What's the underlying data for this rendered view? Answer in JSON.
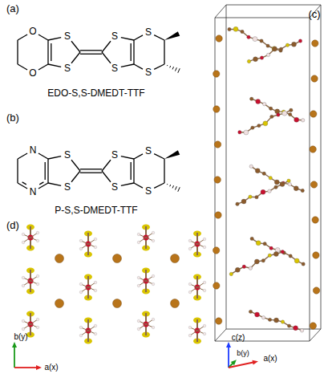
{
  "diagram": {
    "labels": [
      "(a)",
      "O",
      "O",
      "S",
      "S",
      "S",
      "S",
      "S",
      "S",
      "EDO-S,S-DMEDT-TTF",
      "(b)",
      "N",
      "N",
      "S",
      "S",
      "S",
      "S",
      "S",
      "S",
      "P-S,S-DMEDT-TTF",
      "(c)",
      "c(z)",
      "b(y)",
      "a(x)",
      "(d)",
      "b(y)",
      "a(x)"
    ]
  }
}
